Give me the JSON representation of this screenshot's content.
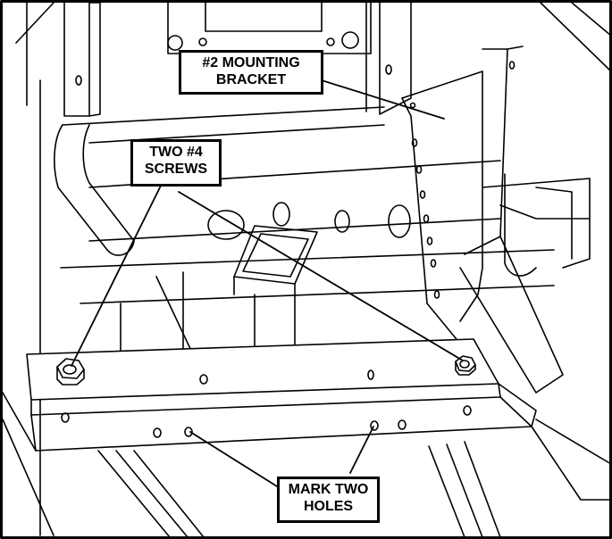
{
  "callouts": {
    "mounting_bracket": {
      "line1": "#2 MOUNTING",
      "line2": "BRACKET"
    },
    "screws": {
      "line1": "TWO #4",
      "line2": "SCREWS"
    },
    "mark_holes": {
      "line1": "MARK TWO",
      "line2": "HOLES"
    }
  },
  "colors": {
    "ink": "#000000",
    "paper": "#ffffff",
    "shade": "#e8e8e8"
  }
}
